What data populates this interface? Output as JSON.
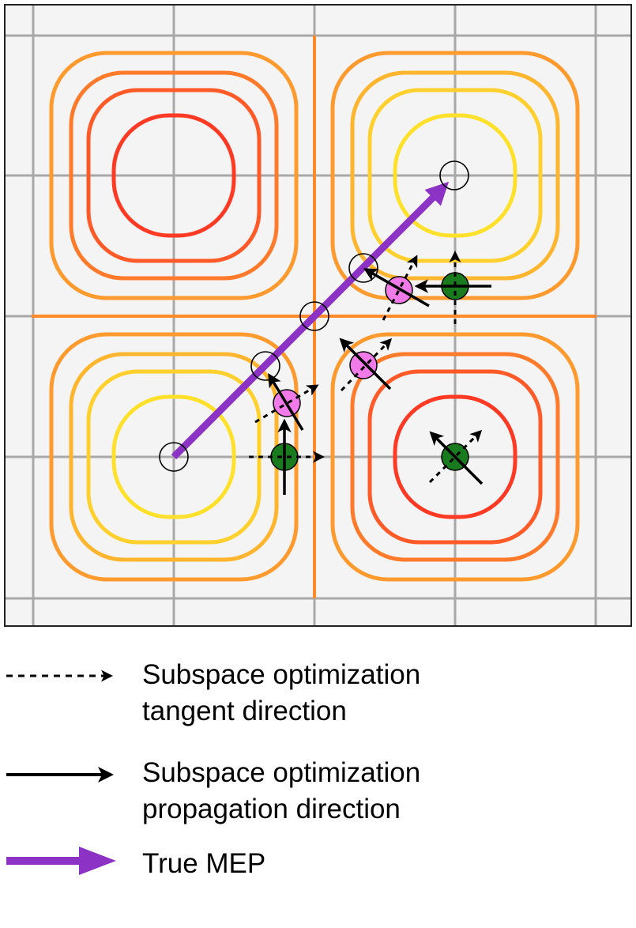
{
  "legend": {
    "tangent": {
      "line1": "Subspace optimization",
      "line2": "tangent direction"
    },
    "propagation": {
      "line1": "Subspace optimization",
      "line2": "propagation direction"
    },
    "mep": {
      "line1": "True MEP"
    }
  },
  "colors": {
    "plot_background": "#f4f4f4",
    "grid": "#a8a8a8",
    "separatrix": "#ff8a2a",
    "contour_levels": [
      "#ff9a2e",
      "#ff7a2a",
      "#ff5a28",
      "#ff3a24"
    ],
    "minima_contours": [
      "#ff9a2e",
      "#ffb52e",
      "#ffd02e",
      "#ffe02a"
    ],
    "mep": "#8c32c4",
    "pink_node": "#f07be8",
    "green_node": "#1a7a1e"
  }
}
